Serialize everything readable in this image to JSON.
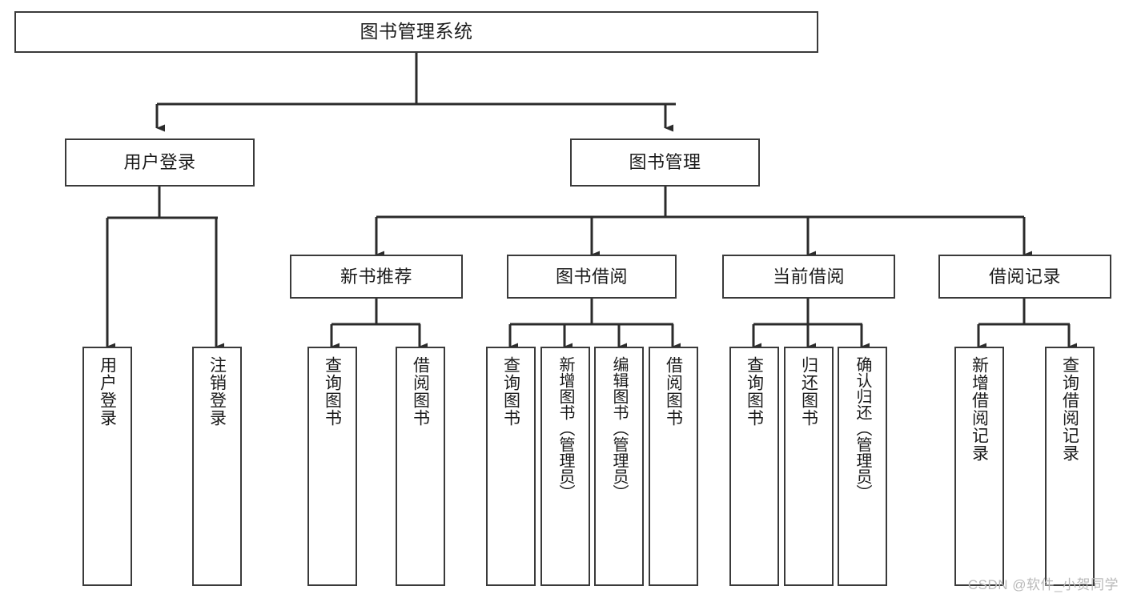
{
  "diagram": {
    "title": "图书管理系统",
    "type": "tree",
    "colors": {
      "box_border": "#3a3a3a",
      "box_fill": "#ffffff",
      "edge": "#2b2b2b",
      "text": "#1b1b1b",
      "watermark": "#b9b9b9",
      "background": "#ffffff"
    },
    "root": {
      "label": "图书管理系统"
    },
    "level2": [
      {
        "label": "用户登录"
      },
      {
        "label": "图书管理"
      }
    ],
    "level3": [
      {
        "label": "新书推荐"
      },
      {
        "label": "图书借阅"
      },
      {
        "label": "当前借阅"
      },
      {
        "label": "借阅记录"
      }
    ],
    "leaves": {
      "user_login": [
        {
          "label": "用户登录"
        },
        {
          "label": "注销登录"
        }
      ],
      "new_book_recommend": [
        {
          "label": "查询图书"
        },
        {
          "label": "借阅图书"
        }
      ],
      "book_borrow": [
        {
          "label": "查询图书"
        },
        {
          "label": "新增图书（管理员）"
        },
        {
          "label": "编辑图书（管理员）"
        },
        {
          "label": "借阅图书"
        }
      ],
      "current_borrow": [
        {
          "label": "查询图书"
        },
        {
          "label": "归还图书"
        },
        {
          "label": "确认归还（管理员）"
        }
      ],
      "borrow_record": [
        {
          "label": "新增借阅记录"
        },
        {
          "label": "查询借阅记录"
        }
      ]
    },
    "watermark": "CSDN @软件_小贺同学"
  }
}
